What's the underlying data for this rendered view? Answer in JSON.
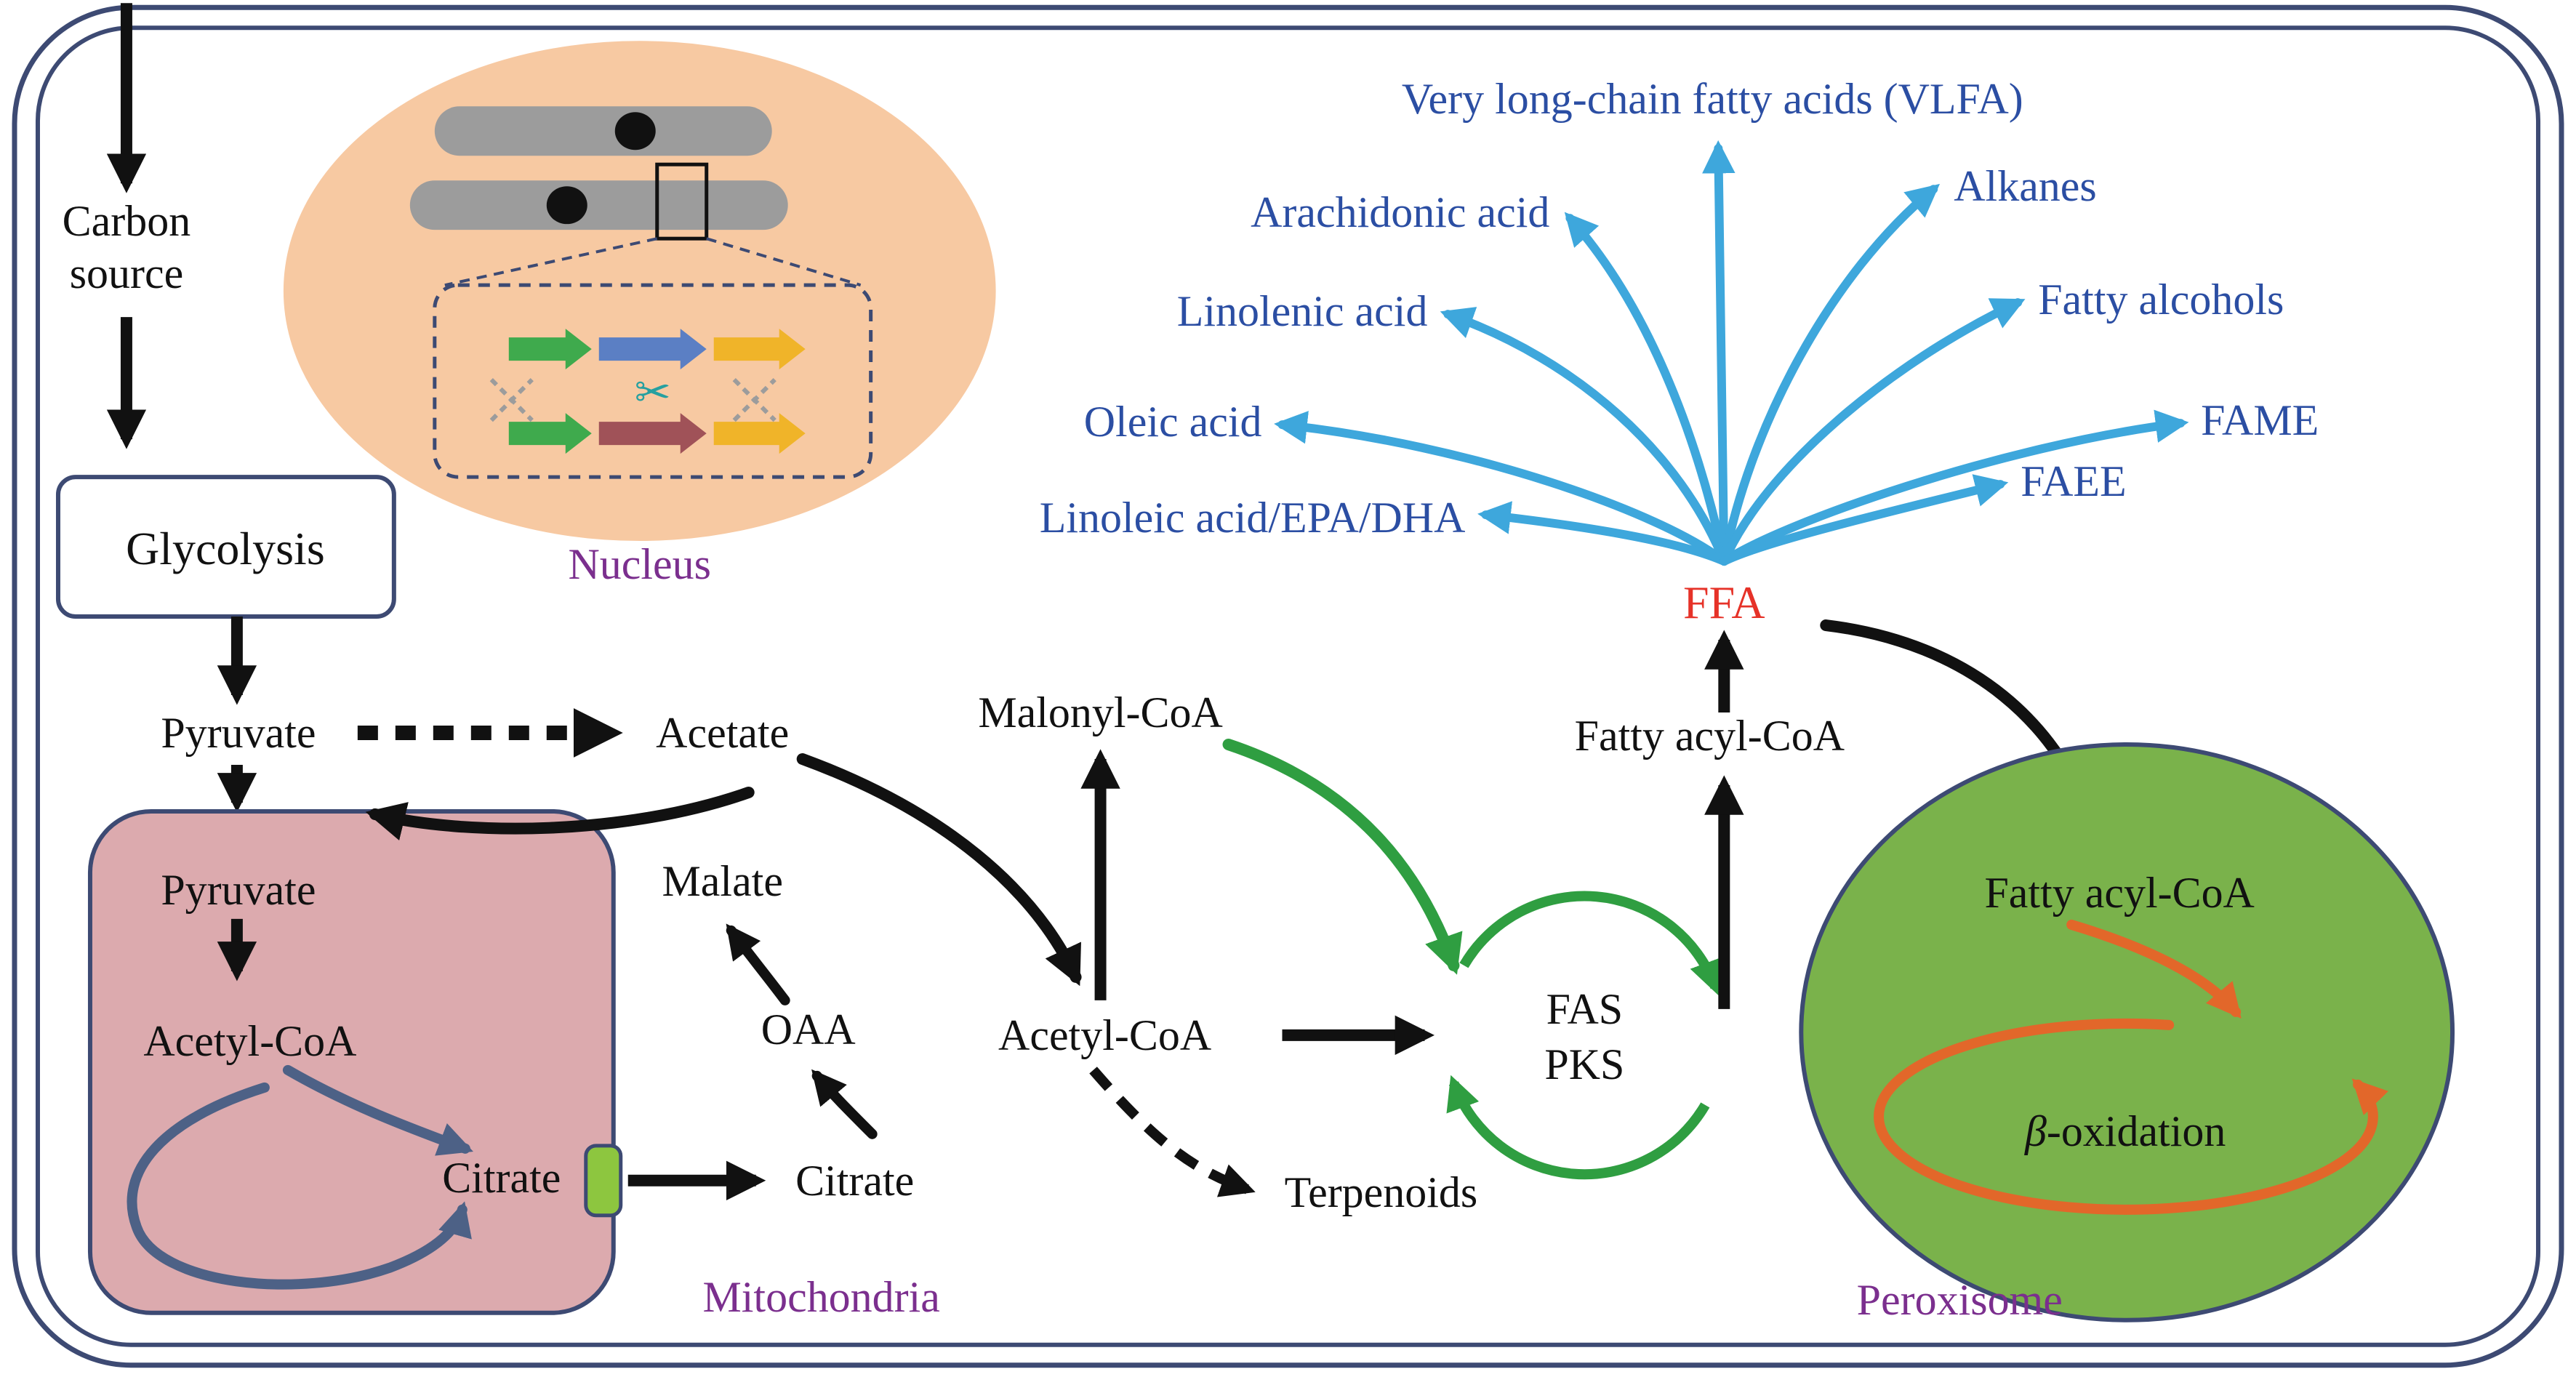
{
  "cell": {
    "carbon_source_line1": "Carbon",
    "carbon_source_line2": "source",
    "glycolysis": "Glycolysis",
    "pyruvate": "Pyruvate",
    "acetate": "Acetate",
    "malate": "Malate",
    "oaa": "OAA",
    "citrate": "Citrate",
    "acetyl_coa": "Acetyl-CoA",
    "malonyl_coa": "Malonyl-CoA",
    "terpenoids": "Terpenoids",
    "fas": "FAS",
    "pks": "PKS",
    "fatty_acyl_coa": "Fatty acyl-CoA",
    "ffa": "FFA"
  },
  "nucleus": {
    "label": "Nucleus",
    "scissors_icon": "✂"
  },
  "mitochondria": {
    "label": "Mitochondria",
    "pyruvate": "Pyruvate",
    "acetyl_coa": "Acetyl-CoA",
    "citrate": "Citrate"
  },
  "peroxisome": {
    "label": "Peroxisome",
    "fatty_acyl_coa": "Fatty acyl-CoA",
    "beta_symbol": "β",
    "beta_word": "-oxidation"
  },
  "products": {
    "vlfa": "Very long-chain fatty acids (VLFA)",
    "arachidonic": "Arachidonic acid",
    "linolenic": "Linolenic acid",
    "oleic": "Oleic acid",
    "linoleic": "Linoleic acid/EPA/DHA",
    "alkanes": "Alkanes",
    "fatty_alcohols": "Fatty alcohols",
    "fame": "FAME",
    "faee": "FAEE"
  },
  "colors": {
    "cell_border": "#3d4a73",
    "arrow_black": "#111111",
    "mitochondria_fill": "#dcaaae",
    "nucleus_fill": "#f7c9a2",
    "peroxisome_fill": "#7ab24b",
    "transporter_green": "#8dc63f",
    "pathway_green": "#2f9e41",
    "fan_blue": "#3ea7dc",
    "product_blue": "#2b4ea3",
    "ffa_red": "#e63228",
    "organelle_purple": "#7b2f8e",
    "beta_orange": "#e2672a",
    "tca_slate": "#4d6186",
    "chromosome_gray": "#9c9c9c",
    "gene_green": "#3faa4d",
    "gene_blue": "#5b7fc4",
    "gene_yellow": "#f0b429",
    "gene_maroon": "#a05258",
    "scissors_teal": "#26a0a0",
    "text_black": "#111111",
    "white": "#ffffff"
  }
}
